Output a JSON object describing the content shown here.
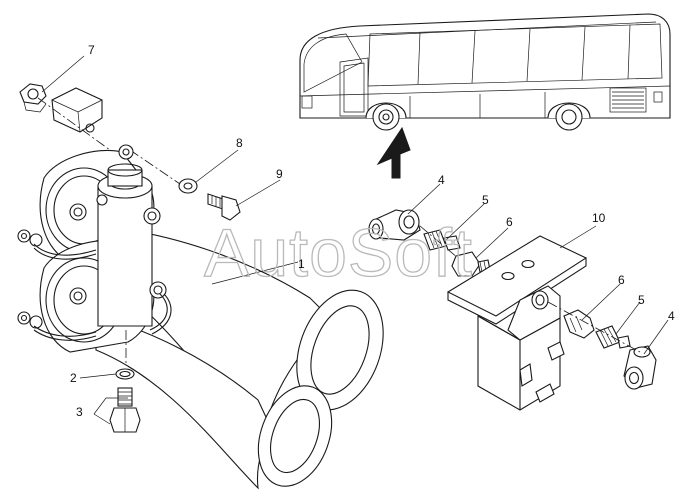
{
  "watermark": "AutoSoft",
  "callouts": {
    "c1": "1",
    "c2": "2",
    "c3": "3",
    "c4a": "4",
    "c4b": "4",
    "c5a": "5",
    "c5b": "5",
    "c6a": "6",
    "c6b": "6",
    "c7": "7",
    "c8": "8",
    "c9": "9",
    "c10": "10"
  },
  "colors": {
    "line": "#1a1a1a",
    "watermark": "#b9b9b9",
    "background": "#ffffff"
  }
}
